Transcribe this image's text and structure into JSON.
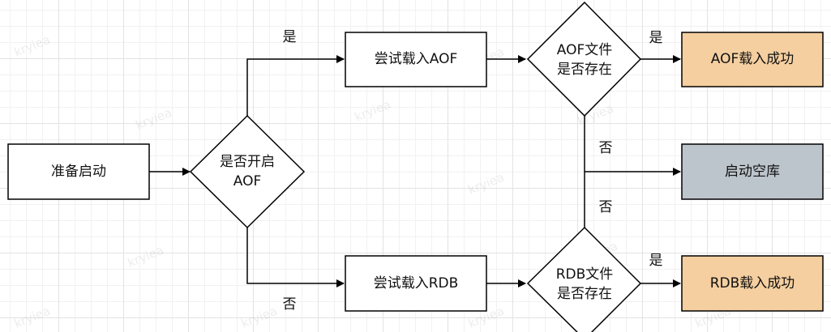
{
  "colors": {
    "stroke": "#000000",
    "node_fill": "#ffffff",
    "success_fill": "#f5cfa0",
    "empty_fill": "#bcc4cc"
  },
  "watermark": "kryiea",
  "nodes": {
    "start": "准备启动",
    "check_aof_enabled": [
      "是否开启",
      "AOF"
    ],
    "try_aof": "尝试载入AOF",
    "try_rdb": "尝试载入RDB",
    "aof_exists": [
      "AOF文件",
      "是否存在"
    ],
    "rdb_exists": [
      "RDB文件",
      "是否存在"
    ],
    "aof_success": "AOF载入成功",
    "rdb_success": "RDB载入成功",
    "empty_db": "启动空库"
  },
  "edges": {
    "yes_to_aof": "是",
    "no_to_rdb": "否",
    "aof_yes": "是",
    "aof_no": "否",
    "rdb_no": "否",
    "rdb_yes": "是"
  }
}
